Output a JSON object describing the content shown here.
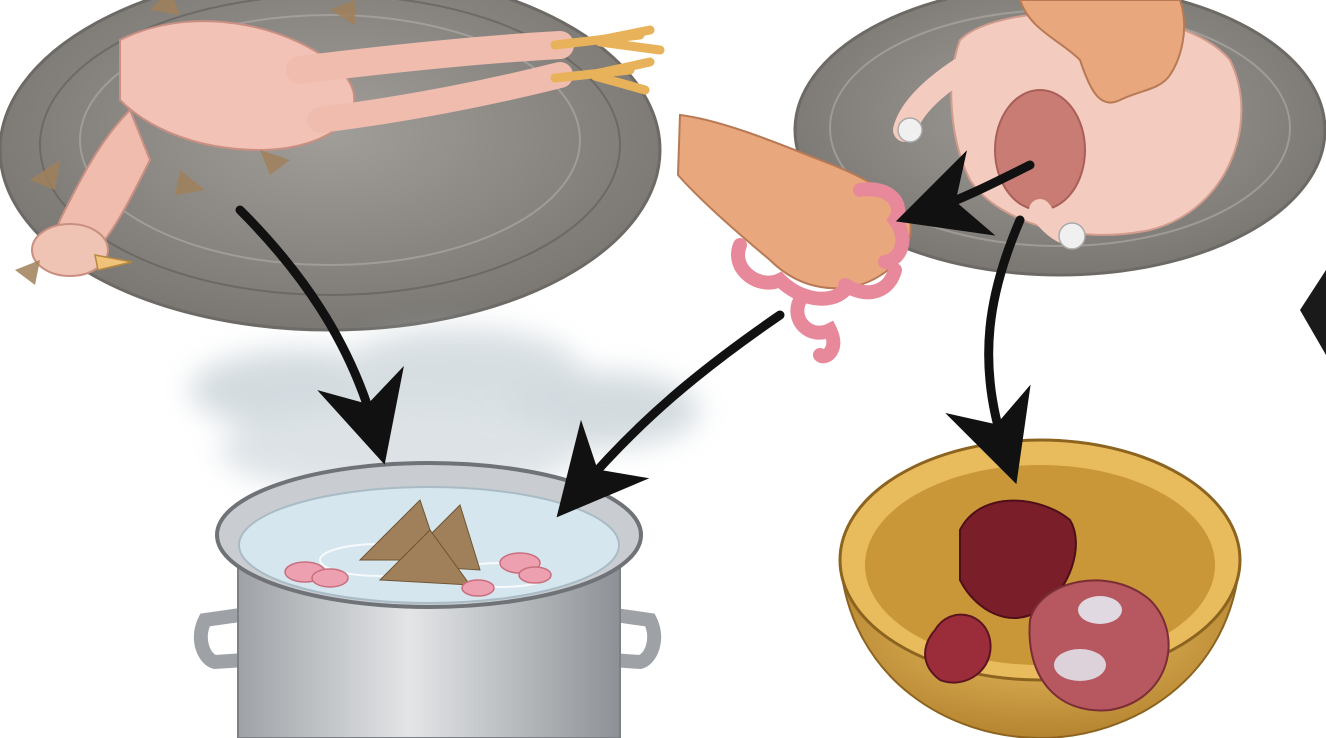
{
  "illustration": {
    "steps": [
      {
        "id": "plucked-chicken-on-platter"
      },
      {
        "id": "hand-with-intestines"
      },
      {
        "id": "gutted-chicken-on-platter"
      },
      {
        "id": "pot-of-boiling-water"
      },
      {
        "id": "bowl-of-giblets"
      }
    ],
    "arrows": [
      {
        "from": "plucked-chicken-on-platter",
        "to": "pot-of-boiling-water"
      },
      {
        "from": "hand-with-intestines",
        "to": "pot-of-boiling-water"
      },
      {
        "from": "gutted-chicken-on-platter",
        "to": "hand-with-intestines"
      },
      {
        "from": "gutted-chicken-on-platter",
        "to": "bowl-of-giblets"
      }
    ],
    "colors": {
      "platter": "#8f8c88",
      "chicken_skin": "#f2c2b6",
      "feathers": "#a0805a",
      "feet": "#e8b25a",
      "pot": "#bfc2c6",
      "water": "#d6e6ee",
      "bowl": "#d9a94a",
      "giblets": "#7a1f2a",
      "intestines": "#e7899a",
      "hand": "#e9a77d",
      "arrow": "#111111"
    }
  }
}
